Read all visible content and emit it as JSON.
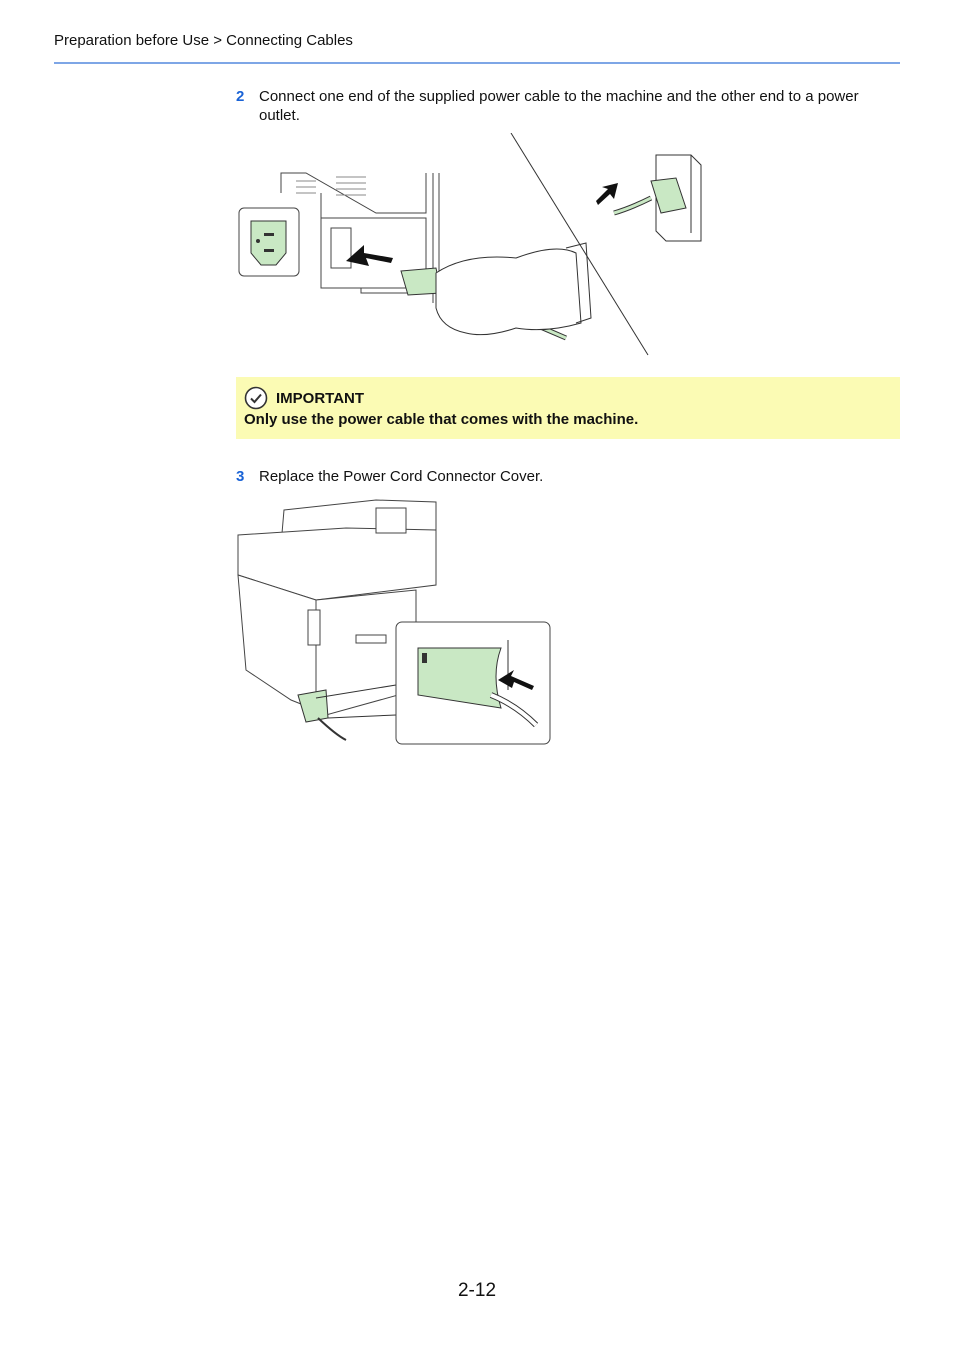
{
  "header": {
    "breadcrumb": "Preparation before Use > Connecting Cables"
  },
  "steps": [
    {
      "number": "2",
      "text": "Connect one end of the supplied power cable to the machine and the other end to a power outlet."
    },
    {
      "number": "3",
      "text": "Replace the Power Cord Connector Cover."
    }
  ],
  "important": {
    "icon": "checkmark-circle-icon",
    "title": "IMPORTANT",
    "body": "Only use the power cable that comes with the machine."
  },
  "footer": {
    "page_number": "2-12"
  },
  "colors": {
    "accent_blue": "#1a63d6",
    "header_rule": "#7ea6e6",
    "important_bg": "#fbfbb4",
    "illustration_green": "#c9e8c4"
  }
}
